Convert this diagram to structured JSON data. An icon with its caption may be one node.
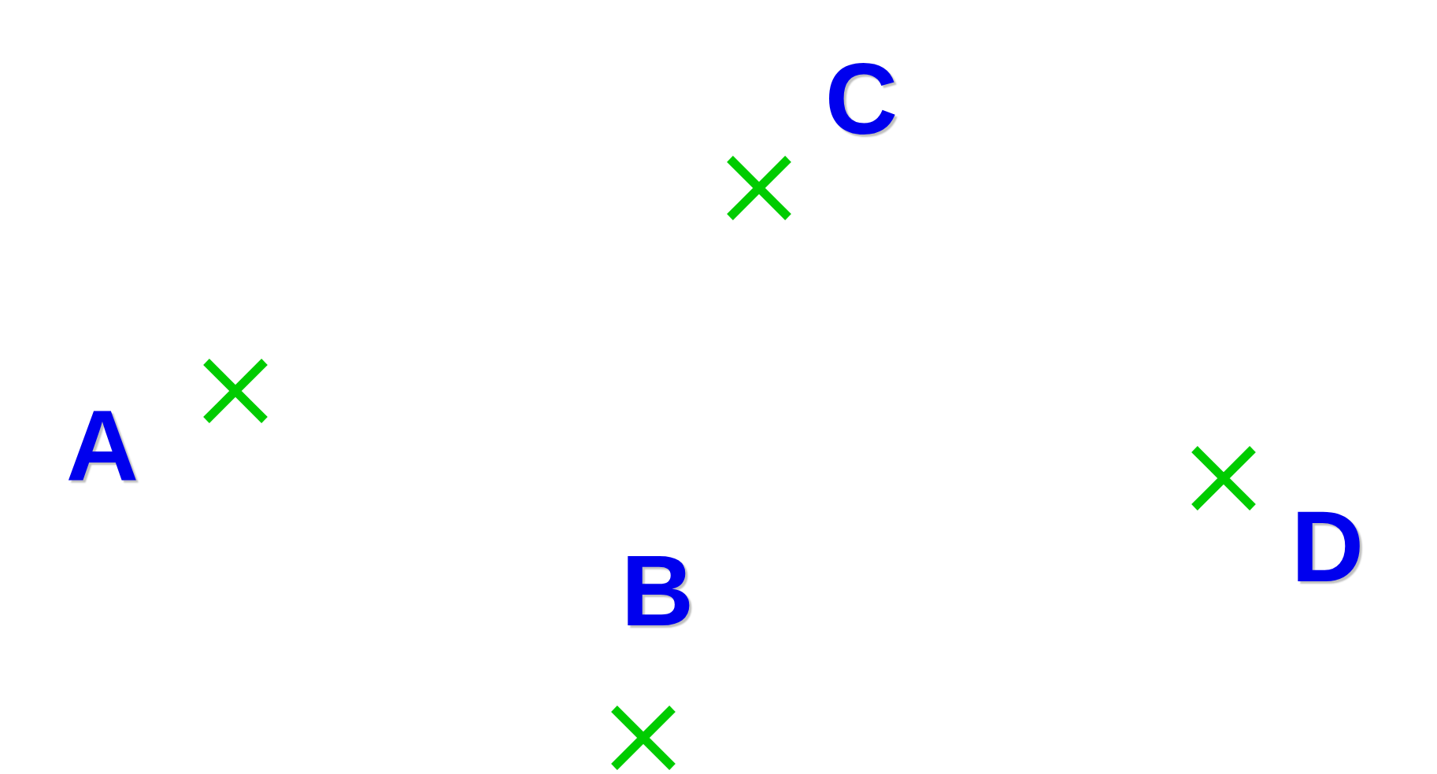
{
  "diagram": {
    "labels": [
      "C",
      "A",
      "D",
      "B"
    ]
  }
}
